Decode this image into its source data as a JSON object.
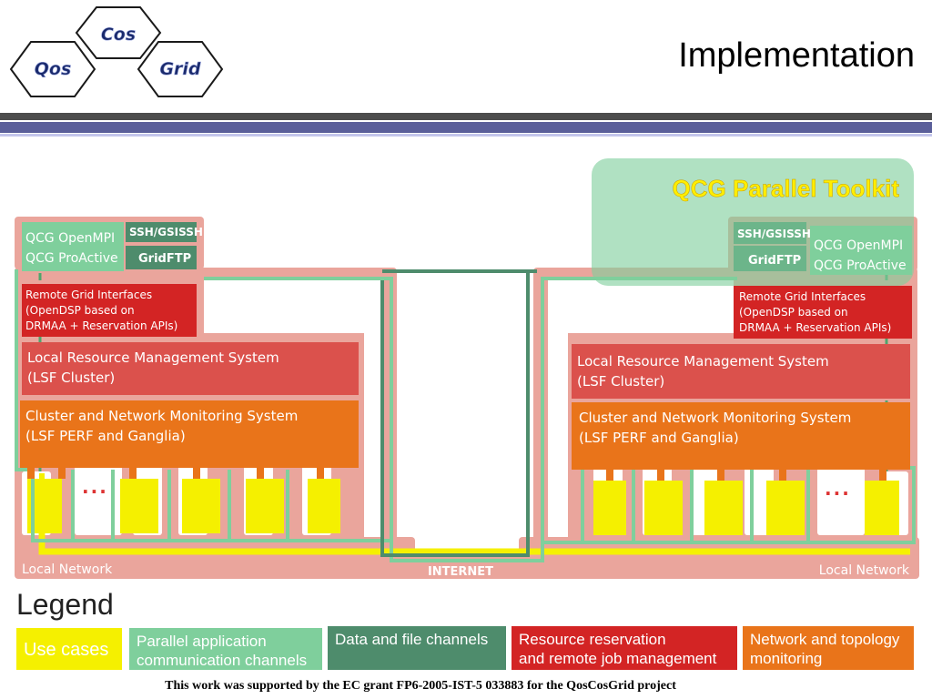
{
  "slide": {
    "title": "Implementation",
    "footer": "This work was supported by the EC grant FP6-2005-IST-5 033883 for the QosCosGrid project"
  },
  "logo": {
    "hex_top": "Cos",
    "hex_left": "Qos",
    "hex_right": "Grid"
  },
  "diagram": {
    "toolkit_label": "QCG Parallel Toolkit",
    "left_site": {
      "qcg_line1": "QCG OpenMPI",
      "qcg_line2": "QCG ProActive",
      "ssh": "SSH/GSISSH",
      "gridftp": "GridFTP",
      "rgi_line1": "Remote Grid Interfaces",
      "rgi_line2": "(OpenDSP based on",
      "rgi_line3": "DRMAA + Reservation APIs)",
      "lrms_line1": "Local Resource Management System",
      "lrms_line2": "(LSF Cluster)",
      "mon_line1": "Cluster and Network Monitoring System",
      "mon_line2": "(LSF PERF and Ganglia)",
      "ellipsis": "...",
      "network_label": "Local Network"
    },
    "right_site": {
      "qcg_line1": "QCG OpenMPI",
      "qcg_line2": "QCG ProActive",
      "ssh": "SSH/GSISSH",
      "gridftp": "GridFTP",
      "rgi_line1": "Remote Grid Interfaces",
      "rgi_line2": "(OpenDSP based on",
      "rgi_line3": "DRMAA + Reservation APIs)",
      "lrms_line1": "Local Resource Management System",
      "lrms_line2": "(LSF Cluster)",
      "mon_line1": "Cluster and Network Monitoring System",
      "mon_line2": "(LSF PERF and Ganglia)",
      "ellipsis": "...",
      "network_label": "Local Network"
    },
    "internet_label": "INTERNET"
  },
  "legend": {
    "title": "Legend",
    "items": [
      {
        "line1": "Use cases",
        "line2": "",
        "color": "#f5f000"
      },
      {
        "line1": "Parallel application",
        "line2": "communication channels",
        "color": "#7fcf9c"
      },
      {
        "line1": "Data and file channels",
        "line2": "",
        "color": "#4e8c6c"
      },
      {
        "line1": "Resource reservation",
        "line2": "and remote job management",
        "color": "#d32424"
      },
      {
        "line1": "Network and topology",
        "line2": "monitoring",
        "color": "#e9741a"
      }
    ]
  },
  "colors": {
    "salmon": "#eaa59c",
    "yellow": "#f5f000",
    "light_green": "#7fcf9c",
    "dark_green": "#4e8c6c",
    "red": "#d32424",
    "orange": "#e9741a",
    "lrms_red": "#db514c",
    "header_blue": "#5b5f9a"
  }
}
